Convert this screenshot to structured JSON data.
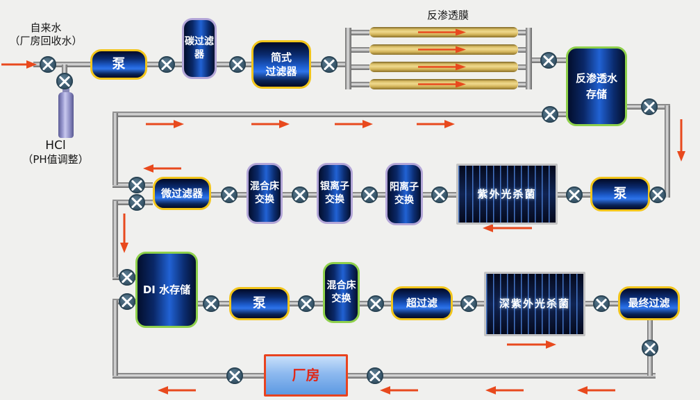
{
  "colors": {
    "background": "#f0f0ee",
    "tank_blue_bright": "#2465d8",
    "tank_blue_dark": "#05123a",
    "yellow_border": "#f2c51b",
    "purple_border": "#b3a6d8",
    "green_border": "#8ed04b",
    "uv_frame": "#c4c4c4",
    "membrane_gold": "#dfc273",
    "factory_border": "#e8431f",
    "factory_text": "#e02818",
    "flow_arrow": "#e8491d",
    "pipe_gray": "#9c9c9c",
    "valve_body": "#3a586c"
  },
  "labels": {
    "source_line1": "自来水",
    "source_line2": "（厂房回收水）",
    "hcl_line1": "HCl",
    "hcl_line2": "（PH值调整）",
    "membrane": "反渗透膜"
  },
  "nodes": {
    "pump_top": {
      "label": "泵"
    },
    "carbon_filter": {
      "line1": "碳过滤",
      "line2": "器"
    },
    "simple_filter": {
      "line1": "简式",
      "line2": "过滤器"
    },
    "ro_storage": {
      "line1": "反渗透水",
      "line2": "存储"
    },
    "micro_filter": {
      "label": "微过滤器"
    },
    "mixed_bed_1": {
      "line1": "混合床",
      "line2": "交换"
    },
    "silver_ion": {
      "line1": "银离子",
      "line2": "交换"
    },
    "cation_exchange": {
      "line1": "阳离子",
      "line2": "交换"
    },
    "uv_sterilizer": {
      "label": "紫外光杀菌"
    },
    "pump_mid": {
      "label": "泵"
    },
    "di_storage": {
      "label": "DI 水存储"
    },
    "pump_bottom": {
      "label": "泵"
    },
    "mixed_bed_2": {
      "line1": "混合床",
      "line2": "交换"
    },
    "ultra_filter": {
      "label": "超过滤"
    },
    "deep_uv_sterilizer": {
      "label": "深紫外光杀菌"
    },
    "final_filter": {
      "label": "最终过滤"
    },
    "factory": {
      "label": "厂房"
    }
  }
}
